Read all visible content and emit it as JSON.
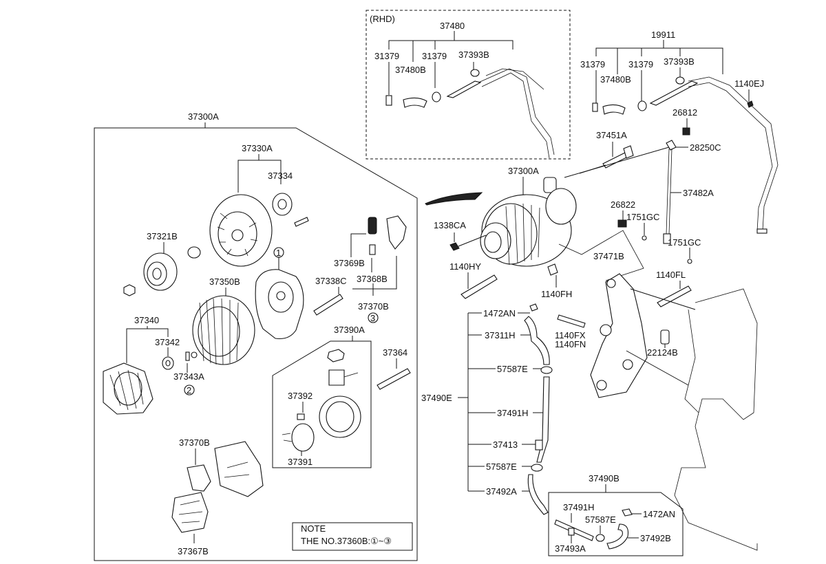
{
  "rhd_label": "(RHD)",
  "note": {
    "title": "NOTE",
    "text": "THE NO.37360B:①~③"
  },
  "callouts": {
    "c37480": "37480",
    "rhd_31379_a": "31379",
    "rhd_31379_b": "31379",
    "rhd_37480B": "37480B",
    "rhd_37393B": "37393B",
    "c19911": "19911",
    "c31379_a": "31379",
    "c31379_b": "31379",
    "c37480B": "37480B",
    "c37393B": "37393B",
    "c1140EJ": "1140EJ",
    "c26812": "26812",
    "c37451A": "37451A",
    "c28250C": "28250C",
    "c37300A_main": "37300A",
    "c37482A": "37482A",
    "c26822": "26822",
    "c1751GC_a": "1751GC",
    "c1338CA": "1338CA",
    "c1751GC_b": "1751GC",
    "c37471B": "37471B",
    "c1140HY": "1140HY",
    "c1140FL": "1140FL",
    "c1140FH": "1140FH",
    "c1472AN_a": "1472AN",
    "c37311H": "37311H",
    "c1140FX": "1140FX",
    "c1140FN": "1140FN",
    "c22124B": "22124B",
    "c57587E_a": "57587E",
    "c37490E": "37490E",
    "c37491H_a": "37491H",
    "c37413": "37413",
    "c57587E_b": "57587E",
    "c37492A": "37492A",
    "c37490B": "37490B",
    "c37491H_b": "37491H",
    "c57587E_c": "57587E",
    "c1472AN_b": "1472AN",
    "c37492B": "37492B",
    "c37493A": "37493A",
    "c37300A_box": "37300A",
    "c37330A": "37330A",
    "c37334": "37334",
    "c37321B": "37321B",
    "c37350B": "37350B",
    "c37338C": "37338C",
    "c37369B": "37369B",
    "c37368B": "37368B",
    "c37370B_a": "37370B",
    "c37340": "37340",
    "c37342": "37342",
    "c37343A": "37343A",
    "c37390A": "37390A",
    "c37364": "37364",
    "c37392": "37392",
    "c37391": "37391",
    "c37370B_b": "37370B",
    "c37367B": "37367B",
    "circ1": "1",
    "circ2": "2",
    "circ3": "3"
  }
}
